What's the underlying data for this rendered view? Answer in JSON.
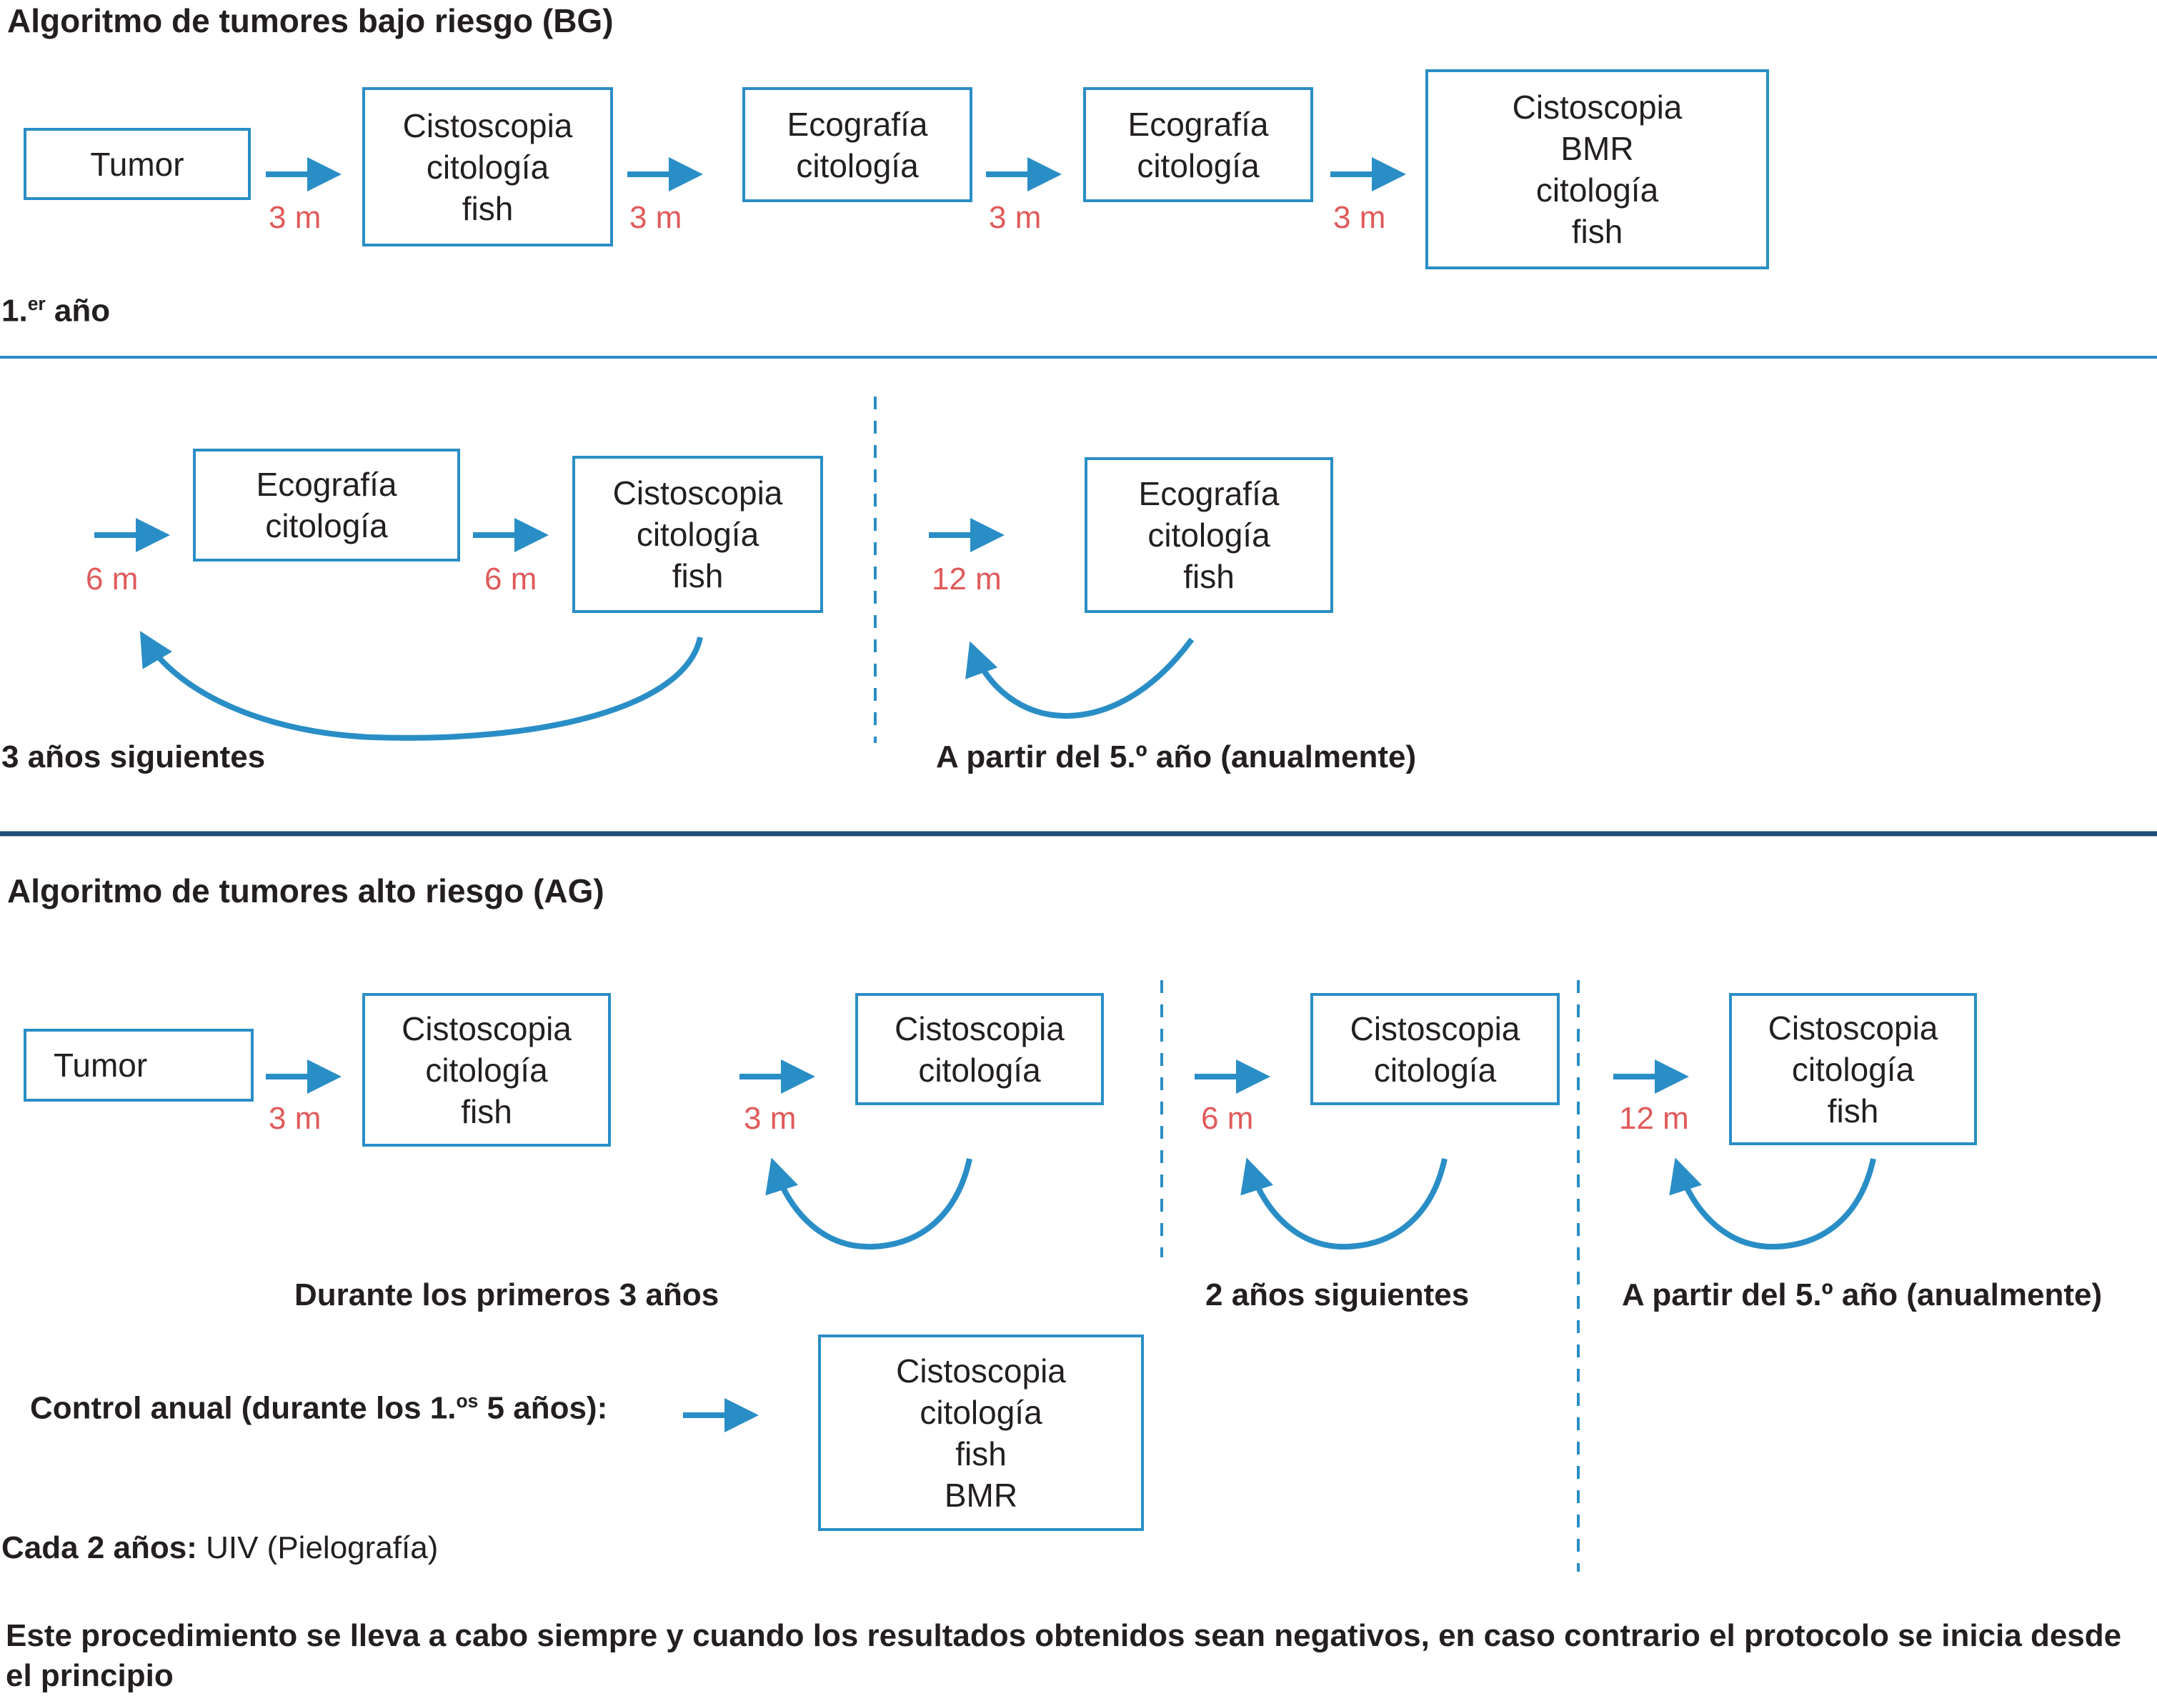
{
  "colors": {
    "accent": "#2a8ec6",
    "interval": "#e05a5a",
    "divider_dark": "#1d4e79",
    "text": "#231f20"
  },
  "low_risk": {
    "title": "Algoritmo de tumores bajo riesgo (BG)",
    "first_year": {
      "label_main": "1.",
      "label_sup": "er",
      "label_tail": " año",
      "boxes": [
        {
          "lines": [
            "Tumor"
          ]
        },
        {
          "lines": [
            "Cistoscopia",
            "citología",
            "fish"
          ]
        },
        {
          "lines": [
            "Ecografía",
            "citología"
          ]
        },
        {
          "lines": [
            "Ecografía",
            "citología"
          ]
        },
        {
          "lines": [
            "Cistoscopia",
            "BMR",
            "citología",
            "fish"
          ]
        }
      ],
      "intervals": [
        "3 m",
        "3 m",
        "3 m",
        "3 m"
      ]
    },
    "next_years": {
      "label": "3 años siguientes",
      "boxes": [
        {
          "lines": [
            "Ecografía",
            "citología"
          ]
        },
        {
          "lines": [
            "Cistoscopia",
            "citología",
            "fish"
          ]
        }
      ],
      "intervals": [
        "6 m",
        "6 m"
      ]
    },
    "annual": {
      "label": "A partir del 5.º año (anualmente)",
      "box": {
        "lines": [
          "Ecografía",
          "citología",
          "fish"
        ]
      },
      "interval": "12 m"
    }
  },
  "high_risk": {
    "title": "Algoritmo de tumores alto riesgo (AG)",
    "tumor": {
      "lines": [
        "Tumor"
      ]
    },
    "first_box": {
      "lines": [
        "Cistoscopia",
        "citología",
        "fish"
      ]
    },
    "first_interval": "3 m",
    "phases": [
      {
        "label": "Durante los primeros 3 años",
        "interval": "3 m",
        "box": {
          "lines": [
            "Cistoscopia",
            "citología"
          ]
        }
      },
      {
        "label": "2 años siguientes",
        "interval": "6 m",
        "box": {
          "lines": [
            "Cistoscopia",
            "citología"
          ]
        }
      },
      {
        "label": "A partir del 5.º año (anualmente)",
        "interval": "12 m",
        "box": {
          "lines": [
            "Cistoscopia",
            "citología",
            "fish"
          ]
        }
      }
    ],
    "annual_control": {
      "label_main": "Control anual (durante  los 1.",
      "label_sup": "os",
      "label_tail": " 5 años):",
      "box": {
        "lines": [
          "Cistoscopia",
          "citología",
          "fish",
          "BMR"
        ]
      }
    },
    "every_two_years": {
      "label_bold": "Cada 2 años:",
      "label_normal": " UIV (Pielografía)"
    }
  },
  "footnote": "Este procedimiento se  lleva a cabo siempre y cuando los resultados obtenidos sean negativos, en caso contrario el protocolo se inicia desde el principio"
}
